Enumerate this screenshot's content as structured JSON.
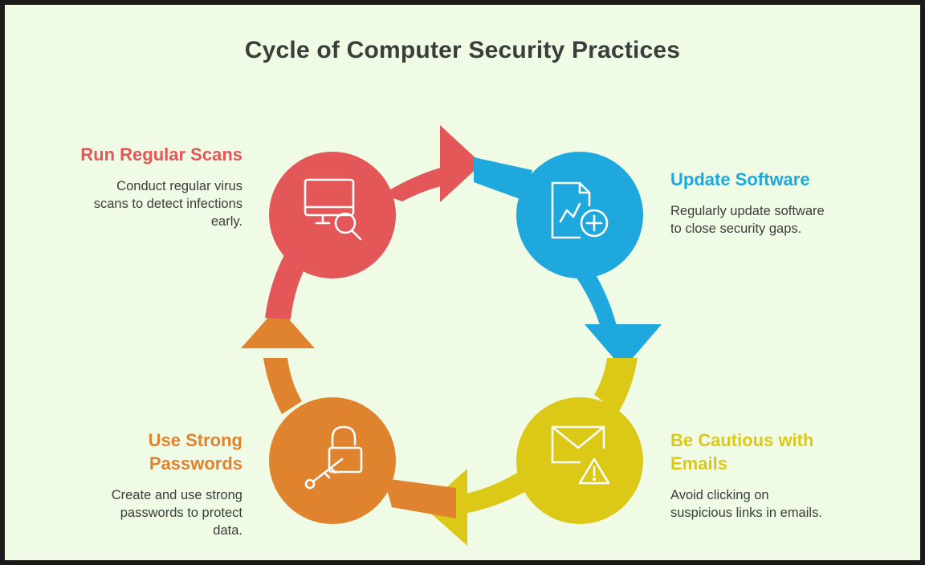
{
  "title": "Cycle of Computer Security Practices",
  "colors": {
    "background": "#effbe5",
    "red": "#e35758",
    "blue": "#1fa8de",
    "yellow": "#dcc817",
    "orange": "#e0832f",
    "title_text": "#3a3d3a"
  },
  "steps": [
    {
      "heading": "Run Regular Scans",
      "description_lines": [
        "Conduct regular virus",
        "scans to detect infections",
        "early."
      ],
      "icon": "monitor-search-icon",
      "color": "#e35758"
    },
    {
      "heading": "Update Software",
      "description_lines": [
        "Regularly update software",
        "to close security gaps."
      ],
      "icon": "document-add-icon",
      "color": "#1fa8de"
    },
    {
      "heading_lines": [
        "Be Cautious with",
        "Emails"
      ],
      "description_lines": [
        "Avoid clicking on",
        "suspicious links in emails."
      ],
      "icon": "mail-warning-icon",
      "color": "#dcc817"
    },
    {
      "heading_lines": [
        "Use Strong",
        "Passwords"
      ],
      "description_lines": [
        "Create and use strong",
        "passwords to protect",
        "data."
      ],
      "icon": "unlock-key-icon",
      "color": "#e0832f"
    }
  ]
}
